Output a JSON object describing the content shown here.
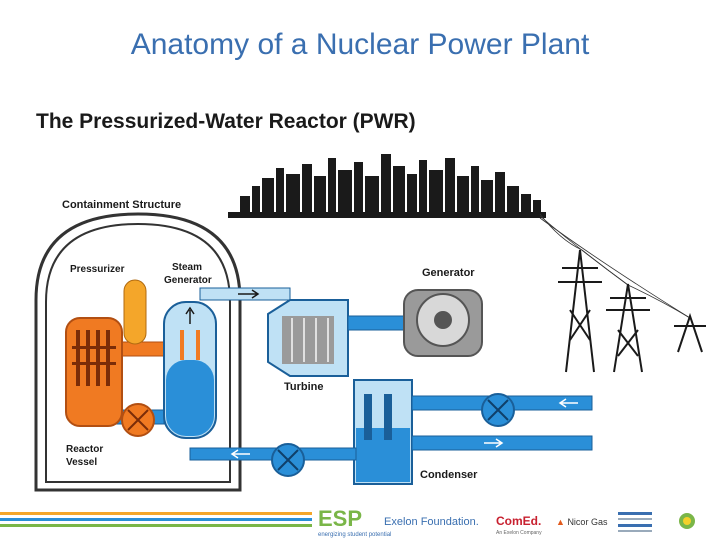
{
  "slide": {
    "title": "Anatomy of a Nuclear Power Plant"
  },
  "diagram": {
    "title": "The Pressurized-Water Reactor (PWR)",
    "labels": {
      "containment": "Containment Structure",
      "pressurizer": "Pressurizer",
      "steam_generator_1": "Steam",
      "steam_generator_2": "Generator",
      "generator": "Generator",
      "turbine": "Turbine",
      "reactor_vessel_1": "Reactor",
      "reactor_vessel_2": "Vessel",
      "condenser": "Condenser"
    },
    "colors": {
      "hot_water": "#f07a22",
      "steam": "#f4a62a",
      "cool_water": "#2a8fd8",
      "light_blue": "#bfe1f5",
      "gray": "#9a9a9a"
    }
  },
  "footer": {
    "sponsors": [
      "ESP",
      "Exelon Foundation.",
      "ComEd.",
      "Nicor Gas",
      "bp"
    ],
    "esp_tagline": "energizing student potential",
    "comed_tagline": "An Exelon Company"
  }
}
